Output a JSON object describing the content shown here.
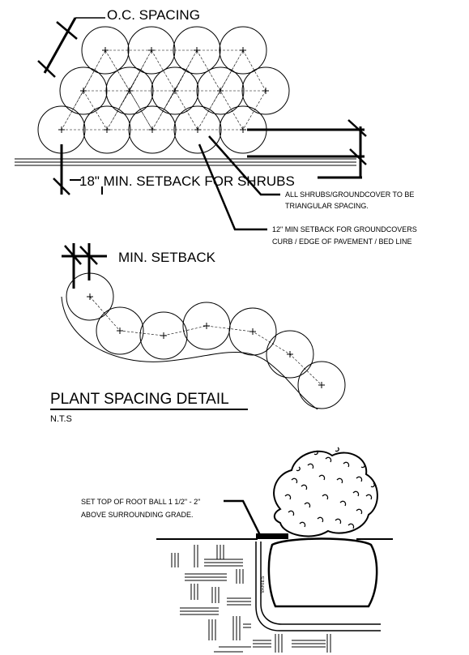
{
  "labels": {
    "oc_spacing": "O.C. SPACING",
    "shrub_setback": "18\" MIN. SETBACK FOR SHRUBS",
    "triangular_note_1": "ALL SHRUBS/GROUNDCOVER TO BE",
    "triangular_note_2": "TRIANGULAR SPACING.",
    "groundcover_note_1": "12\" MIN SETBACK FOR GROUNDCOVERS",
    "groundcover_note_2": "CURB / EDGE OF PAVEMENT / BED LINE",
    "min_setback": "MIN. SETBACK",
    "detail_title": "PLANT SPACING DETAIL",
    "detail_scale": "N.T.S",
    "rootball_note_1": "SET TOP OF ROOT BALL 1 1/2\" - 2\"",
    "rootball_note_2": "ABOVE SURROUNDING GRADE.",
    "varies": "VARIES"
  }
}
